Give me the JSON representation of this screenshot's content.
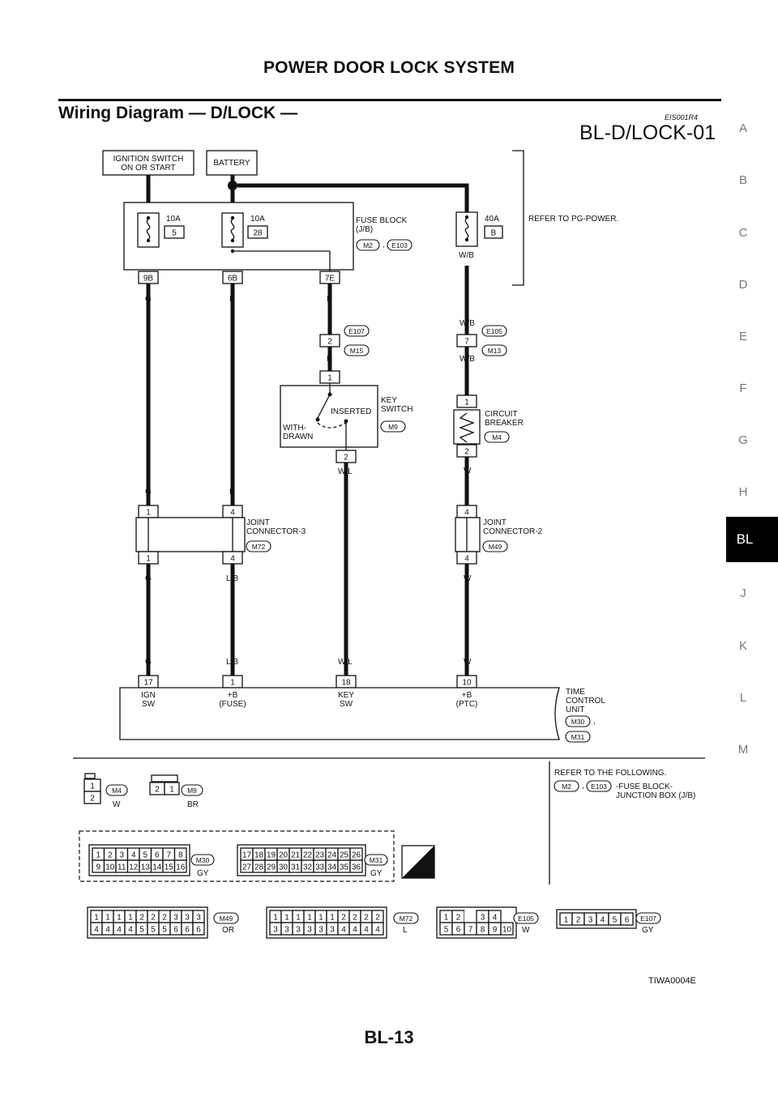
{
  "page": {
    "title": "POWER DOOR LOCK SYSTEM",
    "section_title": "Wiring Diagram — D/LOCK —",
    "section_code": "EIS001R4",
    "diagram_id": "BL-D/LOCK-01",
    "footer_code": "TIWA0004E",
    "page_number": "BL-13"
  },
  "side_index": {
    "letters": [
      "A",
      "B",
      "C",
      "D",
      "E",
      "F",
      "G",
      "H",
      "J",
      "K",
      "L",
      "M"
    ],
    "active": "BL"
  },
  "diagram": {
    "ignition_switch": "IGNITION SWITCH\nON OR START",
    "battery": "BATTERY",
    "refer_pg_power": "REFER TO PG-POWER.",
    "fuse_block": {
      "label": "FUSE BLOCK\n(J/B)",
      "connectors": [
        "M2",
        "E103"
      ],
      "separator": ","
    },
    "fuses": [
      {
        "amp": "10A",
        "number": "5"
      },
      {
        "amp": "10A",
        "number": "28"
      },
      {
        "amp": "40A",
        "number": "B"
      }
    ],
    "fuse_terminals": [
      "9B",
      "6B",
      "7E"
    ],
    "wire_colors": {
      "G": "G",
      "L": "L",
      "R": "R",
      "WB": "W/B",
      "WL": "W/L",
      "W": "W",
      "LB": "L/B"
    },
    "inline_connectors": [
      {
        "pin": "2",
        "top": "E107",
        "bottom": "M15"
      },
      {
        "pin": "7",
        "top": "E105",
        "bottom": "M13"
      }
    ],
    "key_switch": {
      "label": "KEY\nSWITCH",
      "connector": "M9",
      "inserted": "INSERTED",
      "withdrawn": "WITH-\nDRAWN",
      "pins": [
        "1",
        "2"
      ]
    },
    "circuit_breaker": {
      "label": "CIRCUIT\nBREAKER",
      "connector": "M4",
      "pins": [
        "1",
        "2"
      ]
    },
    "joint_connector_3": {
      "label": "JOINT\nCONNECTOR-3",
      "connector": "M72",
      "pins": [
        "1",
        "4",
        "1",
        "4"
      ]
    },
    "joint_connector_2": {
      "label": "JOINT\nCONNECTOR-2",
      "connector": "M49",
      "pins": [
        "4",
        "4"
      ]
    },
    "time_control_unit": {
      "label": "TIME\nCONTROL\nUNIT",
      "connectors": [
        "M30",
        "M31"
      ],
      "separator": ",",
      "terminals": [
        {
          "pin": "17",
          "name": "IGN\nSW"
        },
        {
          "pin": "1",
          "name": "+B\n(FUSE)"
        },
        {
          "pin": "18",
          "name": "KEY\nSW"
        },
        {
          "pin": "10",
          "name": "+B\n(PTC)"
        }
      ]
    }
  },
  "connector_views": {
    "refer_following": "REFER TO THE FOLLOWING.",
    "fuse_ref_connectors": [
      "M2",
      "E103"
    ],
    "fuse_ref_text": "-FUSE BLOCK-\nJUNCTION BOX (J/B)",
    "hs": "H.S.",
    "items": [
      {
        "id": "M4",
        "color": "W",
        "pins": [
          "1",
          "2"
        ]
      },
      {
        "id": "M9",
        "color": "BR",
        "pins": [
          "2",
          "1"
        ]
      },
      {
        "id": "M30",
        "color": "GY",
        "rows": [
          [
            "1",
            "2",
            "3",
            "4",
            "5",
            "6",
            "7",
            "8"
          ],
          [
            "9",
            "10",
            "11",
            "12",
            "13",
            "14",
            "15",
            "16"
          ]
        ]
      },
      {
        "id": "M31",
        "color": "GY",
        "rows": [
          [
            "17",
            "18",
            "19",
            "20",
            "21",
            "22",
            "23",
            "24",
            "25",
            "26"
          ],
          [
            "27",
            "28",
            "29",
            "30",
            "31",
            "32",
            "33",
            "34",
            "35",
            "36"
          ]
        ]
      },
      {
        "id": "M49",
        "color": "OR",
        "rows": [
          [
            "1",
            "1",
            "1",
            "1",
            "2",
            "2",
            "2",
            "3",
            "3",
            "3"
          ],
          [
            "4",
            "4",
            "4",
            "4",
            "5",
            "5",
            "5",
            "6",
            "6",
            "6"
          ]
        ]
      },
      {
        "id": "M72",
        "color": "L",
        "rows": [
          [
            "1",
            "1",
            "1",
            "1",
            "1",
            "1",
            "2",
            "2",
            "2",
            "2"
          ],
          [
            "3",
            "3",
            "3",
            "3",
            "3",
            "3",
            "4",
            "4",
            "4",
            "4"
          ]
        ]
      },
      {
        "id": "E105",
        "color": "W",
        "rows": [
          [
            "1",
            "2",
            "",
            "3",
            "4"
          ],
          [
            "5",
            "6",
            "7",
            "8",
            "9",
            "10"
          ]
        ]
      },
      {
        "id": "E107",
        "color": "GY",
        "rows": [
          [
            "1",
            "2",
            "3",
            "4",
            "5",
            "6"
          ]
        ]
      }
    ]
  }
}
